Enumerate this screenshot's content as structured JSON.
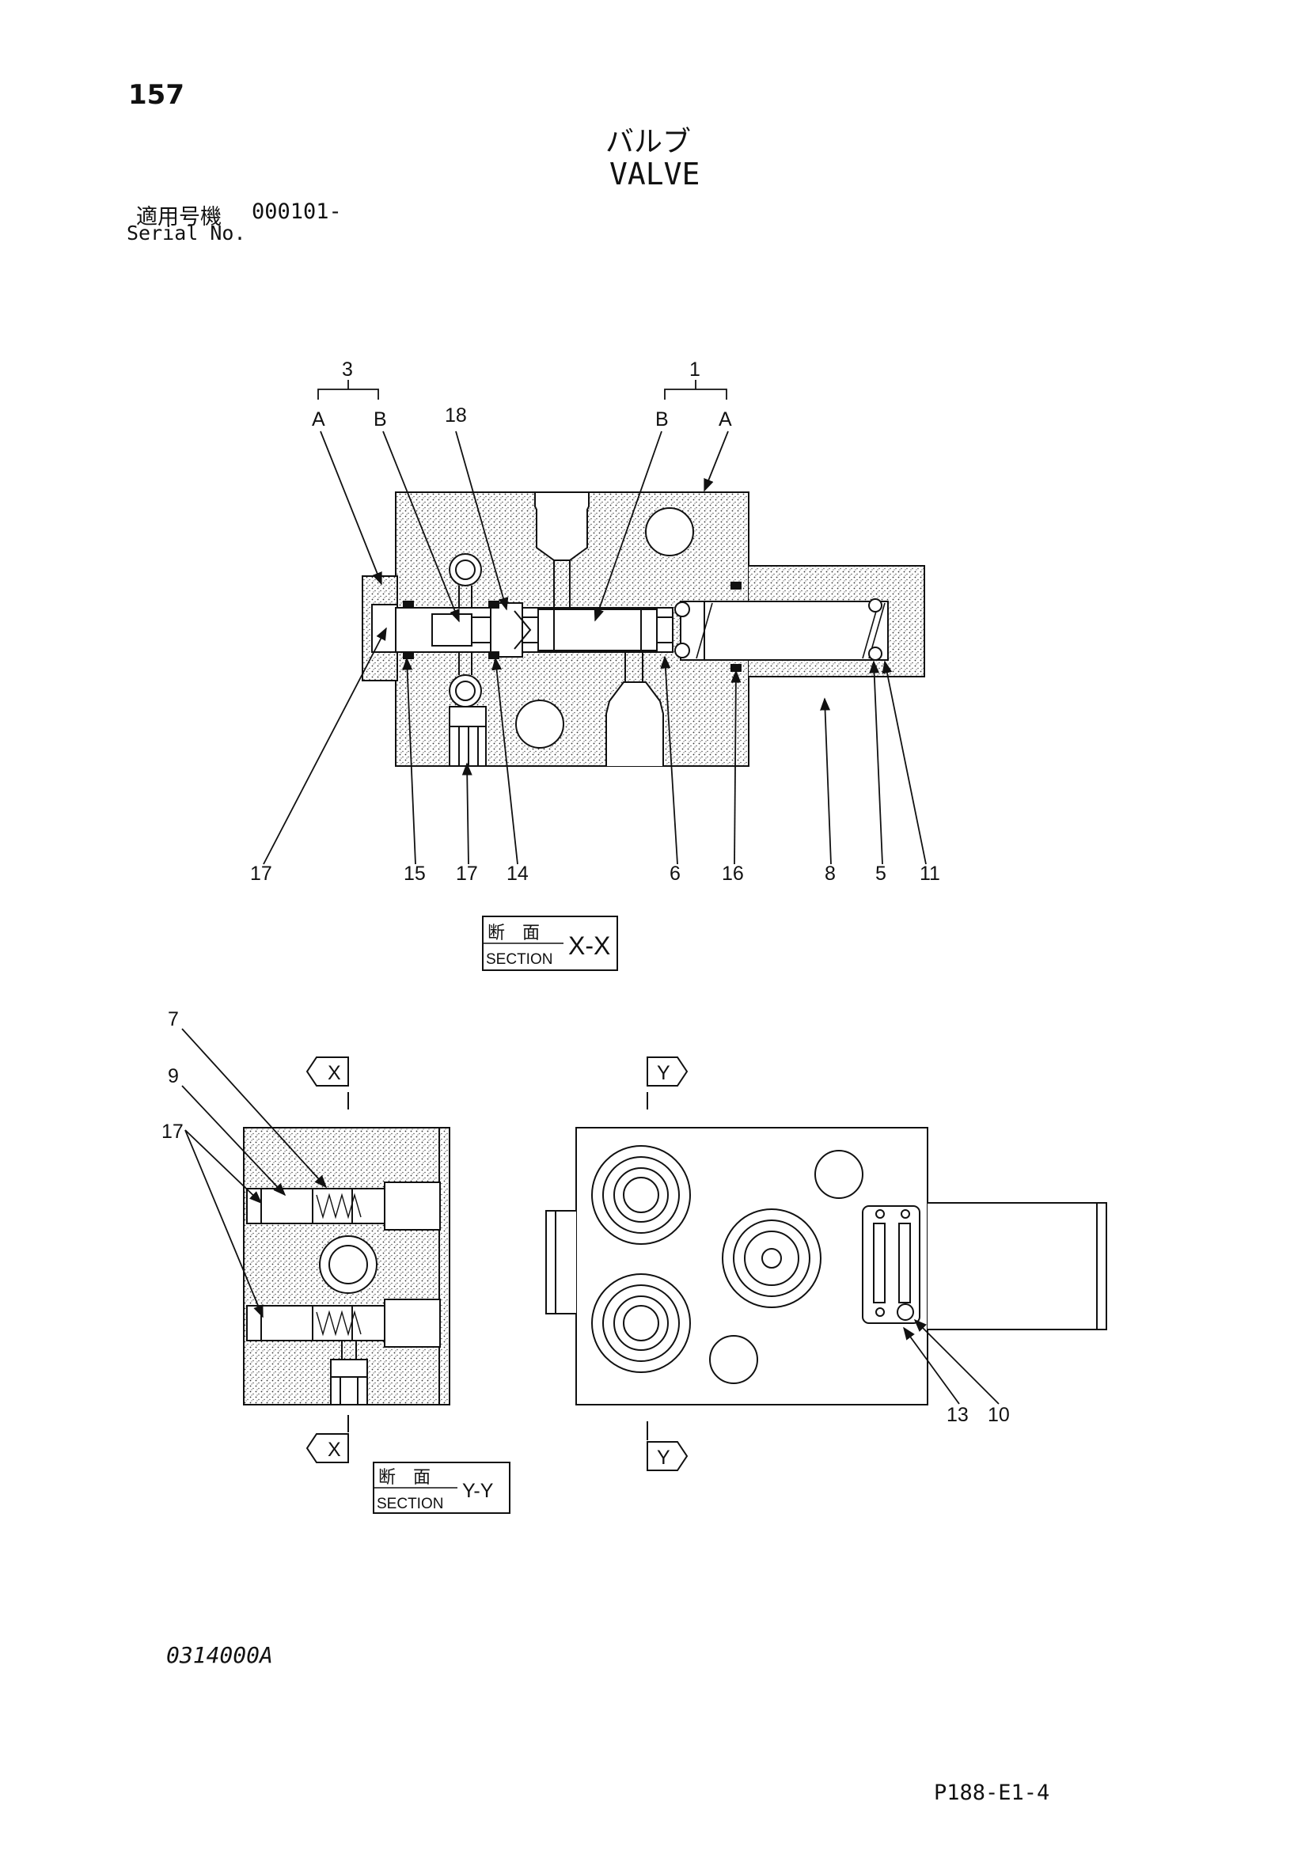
{
  "header": {
    "page_number": "157",
    "title_jp": "バルブ",
    "title_en": "VALVE",
    "serial_label_jp": "適用号機",
    "serial_value": "000101-",
    "serial_label_en": "Serial No."
  },
  "footer": {
    "drawing_code": "0314000A",
    "page_ref": "P188-E1-4"
  },
  "section_xx": {
    "label_jp": "断　面",
    "label_en": "SECTION",
    "tag": "X-X",
    "callouts": {
      "c3": "3",
      "c1": "1",
      "c3a": "A",
      "c3b": "B",
      "c1b": "B",
      "c1a": "A",
      "c18": "18",
      "c17a": "17",
      "c15": "15",
      "c17b": "17",
      "c14": "14",
      "c6": "6",
      "c16": "16",
      "c8": "8",
      "c5": "5",
      "c11": "11"
    }
  },
  "section_yy": {
    "label_jp": "断　面",
    "label_en": "SECTION",
    "tag": "Y-Y",
    "view_x": "X",
    "view_y": "Y",
    "callouts": {
      "c7": "7",
      "c9": "9",
      "c17": "17",
      "c13": "13",
      "c10": "10"
    }
  }
}
